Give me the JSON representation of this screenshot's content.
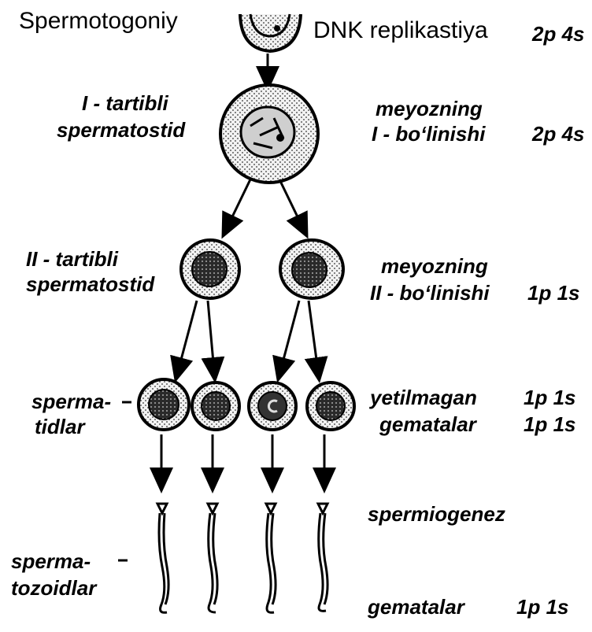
{
  "stages": {
    "spermatogonium": "Spermotogoniy",
    "primary_line1": "I - tartibli",
    "primary_line2": "spermatostid",
    "secondary_line1": "II - tartibli",
    "secondary_line2": "spermatostid",
    "spermatids_line1": "sperma-",
    "spermatids_line2": "tidlar",
    "spermatozoa_line1": "sperma-",
    "spermatozoa_line2": "tozoidlar"
  },
  "processes": {
    "replication": "DNK replikastiya",
    "meiosis1_line1": "meyozning",
    "meiosis1_line2": "I - bo‘linishi",
    "meiosis2_line1": "meyozning",
    "meiosis2_line2": "II - bo‘linishi",
    "immature_line1": "yetilmagan",
    "immature_line2": "gematalar",
    "spermiogenesis": "spermiogenez",
    "gametes": "gematalar"
  },
  "ploidy": {
    "spermatogonium": "2p 4s",
    "meiosis1": "2p 4s",
    "meiosis2": "1p 1s",
    "immature1": "1p 1s",
    "immature2": "1p 1s",
    "gametes": "1p 1s"
  },
  "colors": {
    "ink": "#000000",
    "cell_fill": "#e6e6e6",
    "nucleus_fill": "#3a3a3a"
  }
}
